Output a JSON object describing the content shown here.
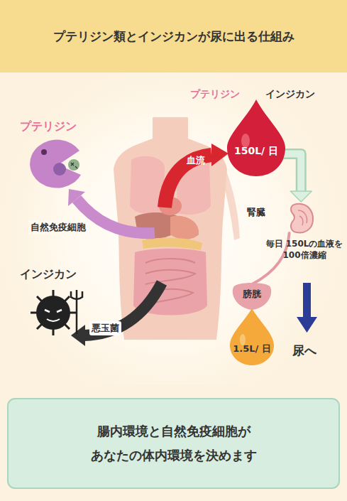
{
  "diagram": {
    "title": "プテリジン類とインジカンが尿に出る仕組み",
    "nodes": [
      {
        "text": [
          "150L/ 日"
        ]
      },
      {
        "text": [
          "腎臓"
        ]
      },
      {
        "text": [
          "膀胱"
        ]
      },
      {
        "text": [
          "1.5L/ 日"
        ]
      },
      {
        "text": [
          "腸内環境と自然免疫細胞が あなたの体内環境を決めます"
        ]
      }
    ],
    "edges": [
      {
        "from": 0,
        "to": 1,
        "arrow": "to"
      },
      {
        "from": 1,
        "to": 2,
        "arrow": "none"
      }
    ],
    "labels": [
      "プテリジン",
      "インジカン",
      "プテリジン",
      "自然免疫細胞",
      "血流",
      "インジカン",
      "悪玉菌",
      "毎日 150Lの血液を 100倍濃縮",
      "尿へ"
    ]
  }
}
